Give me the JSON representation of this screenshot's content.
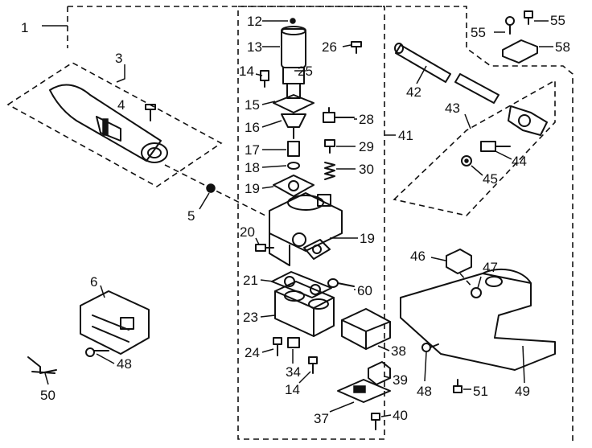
{
  "diagram": {
    "labels": {
      "p1": "1",
      "p3": "3",
      "p4": "4",
      "p5": "5",
      "p6": "6",
      "p12": "12",
      "p13": "13",
      "p14a": "14",
      "p14b": "14",
      "p15": "15",
      "p16": "16",
      "p17": "17",
      "p18": "18",
      "p19a": "19",
      "p19b": "19",
      "p20": "20",
      "p21": "21",
      "p23": "23",
      "p24": "24",
      "p25": "25",
      "p26": "26",
      "p28": "28",
      "p29": "29",
      "p30": "30",
      "p34": "34",
      "p37": "37",
      "p38": "38",
      "p39": "39",
      "p40": "40",
      "p41": "41",
      "p42": "42",
      "p43": "43",
      "p44": "44",
      "p45": "45",
      "p46": "46",
      "p47": "47",
      "p48a": "48",
      "p48b": "48",
      "p49": "49",
      "p50": "50",
      "p51": "51",
      "p55a": "55",
      "p55b": "55",
      "p58": "58",
      "p60": "60"
    }
  }
}
